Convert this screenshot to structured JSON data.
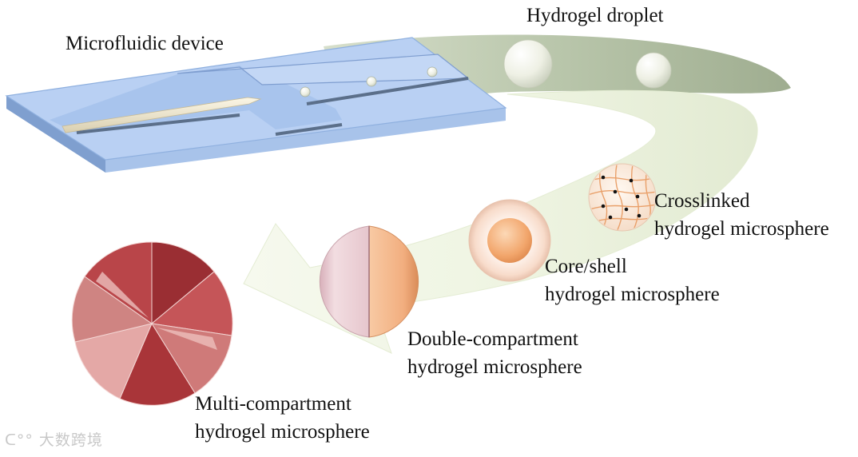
{
  "labels": {
    "microfluidic": "Microfluidic device",
    "droplet": "Hydrogel droplet",
    "crosslinked_1": "Crosslinked",
    "crosslinked_2": "hydrogel microsphere",
    "coreshell_1": "Core/shell",
    "coreshell_2": "hydrogel microsphere",
    "double_1": "Double-compartment",
    "double_2": "hydrogel microsphere",
    "multi_1": "Multi-compartment",
    "multi_2": "hydrogel microsphere"
  },
  "watermark": "大数跨境",
  "colors": {
    "chip": "#a9c6ef",
    "arrow_light": "#eef4e2",
    "arrow_dark": "#aab89c",
    "shell": "#fbe2d4",
    "core": "#f3a76e",
    "half_left": "#e9c9d0",
    "half_right": "#f1b58c",
    "pie_dark": "#9e2f32",
    "pie_mid": "#c65a5a",
    "pie_light": "#e3a2a0",
    "mesh": "#e7a36e"
  }
}
